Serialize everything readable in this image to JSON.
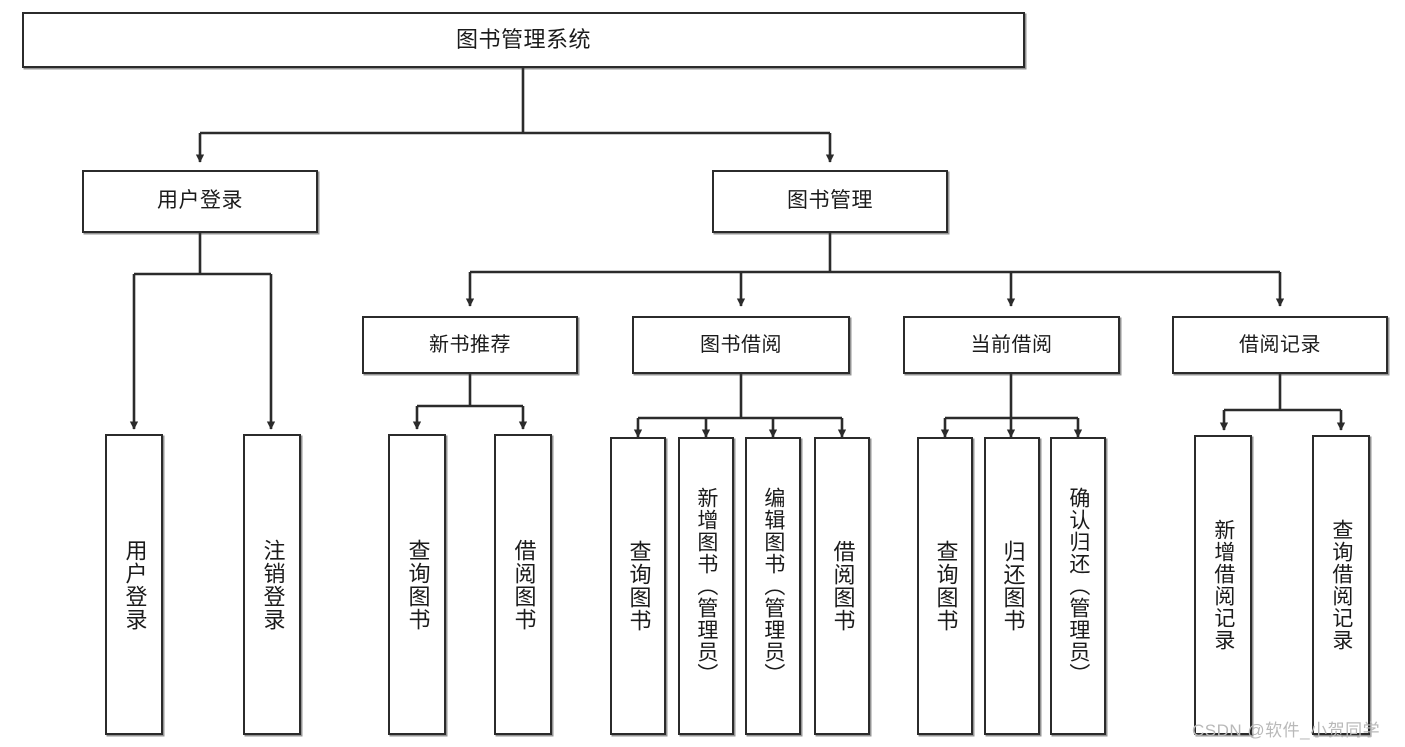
{
  "diagram": {
    "title": "图书管理系统",
    "type": "tree-hierarchy",
    "watermark": "CSDN @软件_小贺同学",
    "colors": {
      "box_border": "#2b2b2b",
      "box_fill": "#ffffff",
      "edge": "#2b2b2b",
      "text": "#1b1b1b",
      "watermark": "#b9b9b9"
    },
    "root": {
      "id": "root",
      "label": "图书管理系统"
    },
    "level2": [
      {
        "id": "user-login",
        "label": "用户登录"
      },
      {
        "id": "book-manage",
        "label": "图书管理"
      }
    ],
    "level3": [
      {
        "id": "new-book-rec",
        "label": "新书推荐",
        "parent": "book-manage"
      },
      {
        "id": "book-borrow",
        "label": "图书借阅",
        "parent": "book-manage"
      },
      {
        "id": "current-borrow",
        "label": "当前借阅",
        "parent": "book-manage"
      },
      {
        "id": "borrow-record",
        "label": "借阅记录",
        "parent": "book-manage"
      }
    ],
    "leaves": [
      {
        "id": "leaf-user-login",
        "label": "用户登录",
        "parent": "user-login"
      },
      {
        "id": "leaf-user-logout",
        "label": "注销登录",
        "parent": "user-login"
      },
      {
        "id": "leaf-query-book-1",
        "label": "查询图书",
        "parent": "new-book-rec"
      },
      {
        "id": "leaf-borrow-book-1",
        "label": "借阅图书",
        "parent": "new-book-rec"
      },
      {
        "id": "leaf-query-book-2",
        "label": "查询图书",
        "parent": "book-borrow"
      },
      {
        "id": "leaf-add-book",
        "label": "新增图书（管理员）",
        "parent": "book-borrow"
      },
      {
        "id": "leaf-edit-book",
        "label": "编辑图书（管理员）",
        "parent": "book-borrow"
      },
      {
        "id": "leaf-borrow-book-2",
        "label": "借阅图书",
        "parent": "book-borrow"
      },
      {
        "id": "leaf-query-book-3",
        "label": "查询图书",
        "parent": "current-borrow"
      },
      {
        "id": "leaf-return-book",
        "label": "归还图书",
        "parent": "current-borrow"
      },
      {
        "id": "leaf-confirm-return",
        "label": "确认归还（管理员）",
        "parent": "current-borrow"
      },
      {
        "id": "leaf-add-record",
        "label": "新增借阅记录",
        "parent": "borrow-record"
      },
      {
        "id": "leaf-query-record",
        "label": "查询借阅记录",
        "parent": "borrow-record"
      }
    ]
  }
}
